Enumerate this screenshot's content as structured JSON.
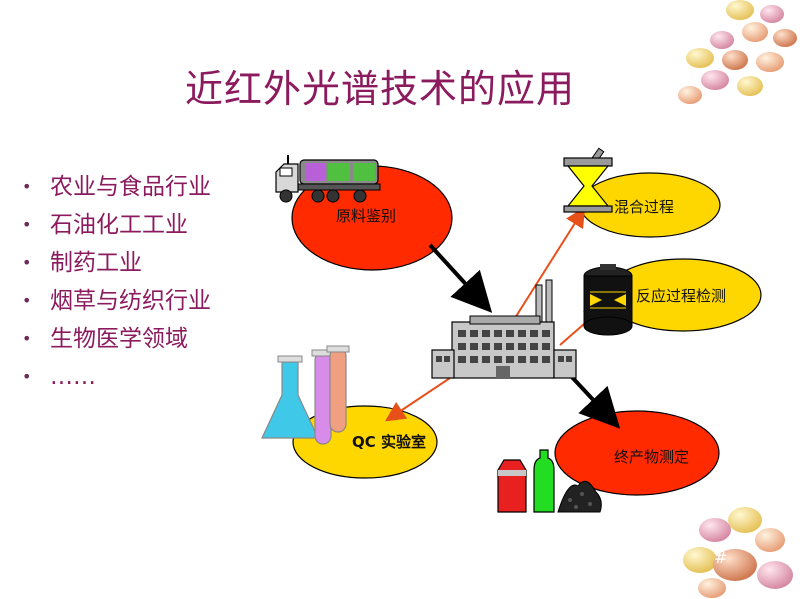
{
  "slide": {
    "title": "近红外光谱技术的应用",
    "bullets": [
      {
        "label": "农业与食品行业"
      },
      {
        "label": "石油化工工业"
      },
      {
        "label": "制药工业"
      },
      {
        "label": "烟草与纺织行业"
      },
      {
        "label": "生物医学领域"
      },
      {
        "label": "……"
      }
    ],
    "bullet_glyph": "•",
    "page_marker": "#"
  },
  "diagram": {
    "nodes": {
      "raw_material": {
        "label": "原料鉴别"
      },
      "mixing": {
        "label": "混合过程"
      },
      "reaction": {
        "label": "反应过程检测"
      },
      "qc_lab": {
        "label": "QC 实验室"
      },
      "end_product": {
        "label": "终产物测定"
      }
    },
    "colors": {
      "red_node": "#ff2a00",
      "yellow_node": "#ffd700",
      "arrow_black": "#000000",
      "arrow_orange": "#e8501a",
      "title": "#8b1b5e"
    },
    "icons": {
      "truck": "tanker-truck-icon",
      "factory": "factory-icon",
      "mortar": "mortar-pestle-icon",
      "reactor": "reactor-vessel-icon",
      "flasks": "lab-flasks-icon",
      "products": "product-containers-icon",
      "candy": "candy-eggs-decoration"
    }
  }
}
